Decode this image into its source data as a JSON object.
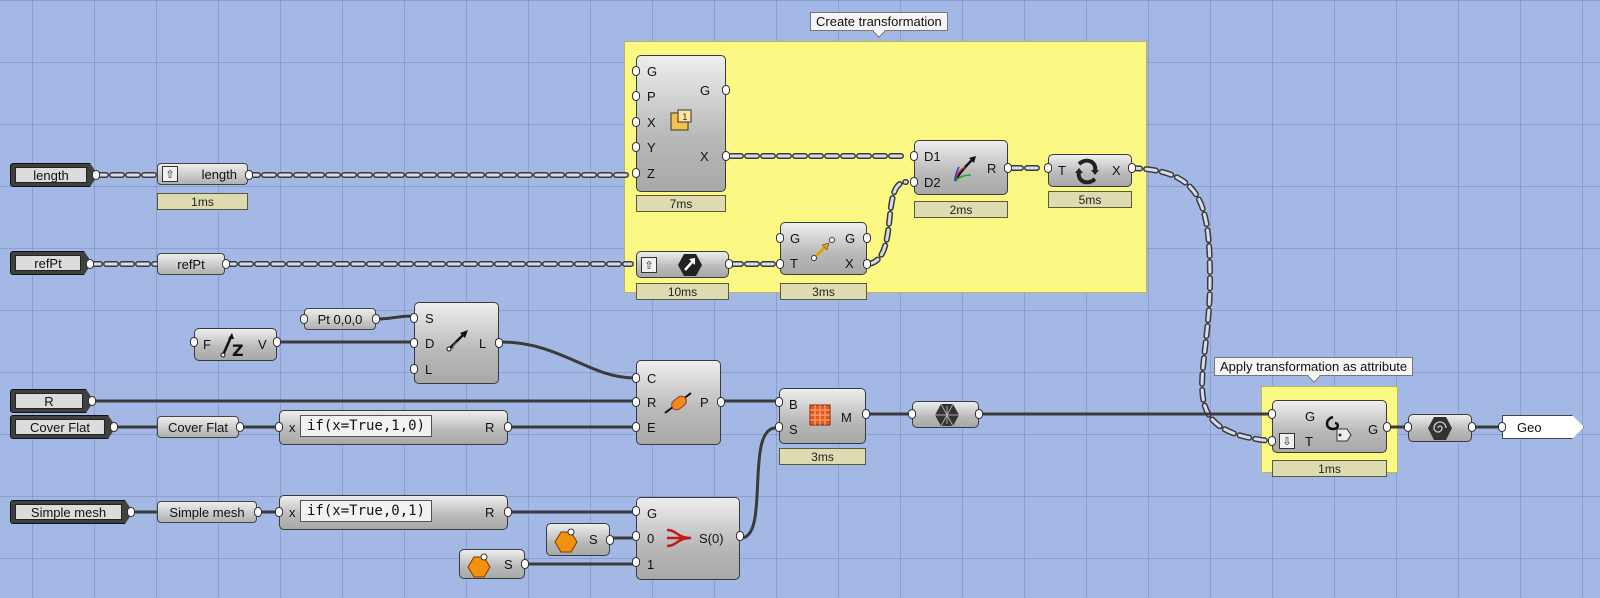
{
  "groups": {
    "create": {
      "label": "Create transformation"
    },
    "apply": {
      "label": "Apply transformation as attribute"
    }
  },
  "params": {
    "length": "length",
    "refpt": "refPt",
    "r": "R",
    "cover_flat": "Cover Flat",
    "simple_mesh": "Simple mesh",
    "geo": "Geo"
  },
  "relays": {
    "length": "length",
    "refpt": "refPt",
    "cover_flat": "Cover Flat",
    "simple_mesh": "Simple mesh",
    "pt": "Pt 0,0,0"
  },
  "timers": {
    "length_relay": "1ms",
    "box": "7ms",
    "orient": "10ms",
    "move": "3ms",
    "combine": "2ms",
    "compound": "5ms",
    "mesh": "3ms",
    "apply": "1ms"
  },
  "expressions": {
    "cover": "if(x=True,1,0)",
    "simple": "if(x=True,0,1)"
  },
  "ports": {
    "x": "x",
    "r": "R",
    "g": "G",
    "p": "P",
    "xx": "X",
    "y": "Y",
    "z": "Z",
    "d1": "D1",
    "d2": "D2",
    "t": "T",
    "f": "F",
    "v": "V",
    "s": "S",
    "d": "D",
    "l": "L",
    "c": "C",
    "e": "E",
    "b": "B",
    "m": "M",
    "zero": "0",
    "one": "1",
    "s0": "S(0)"
  },
  "colors": {
    "canvas": "#a4b8e6",
    "group_fill": "#fbf984",
    "wire": "#3a3a3a"
  }
}
